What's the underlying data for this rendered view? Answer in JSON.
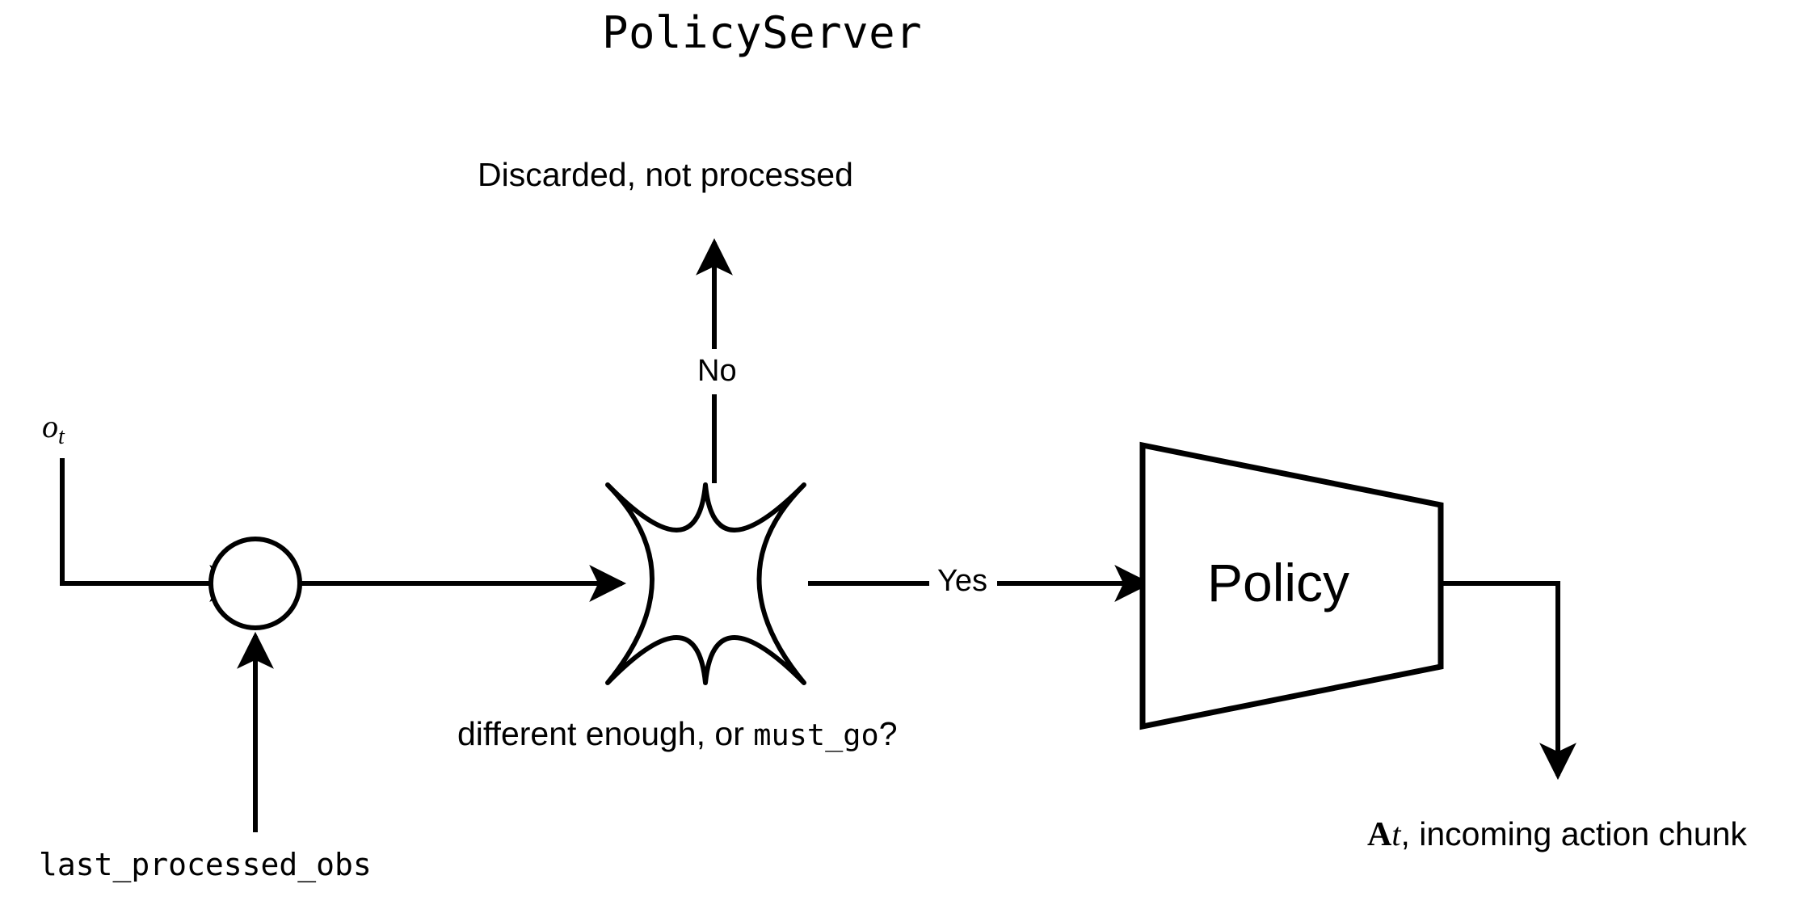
{
  "diagram": {
    "title": "PolicyServer",
    "stroke_color": "#000000",
    "background_color": "#ffffff",
    "nodes": {
      "merge_junction": {
        "shape": "circle",
        "label": ""
      },
      "decision": {
        "shape": "four-pointed-concave-star",
        "caption_prefix": "different enough, or ",
        "caption_code": "must_go",
        "caption_suffix": "?"
      },
      "policy": {
        "shape": "trapezoid",
        "label": "Policy"
      }
    },
    "labels": {
      "discarded": "Discarded, not processed",
      "observation_symbol": "o",
      "observation_subscript": "t",
      "last_processed_obs": "last_processed_obs",
      "action_symbol": "A",
      "action_subscript": "t",
      "action_caption": ", incoming action chunk"
    },
    "edges": {
      "no_branch": "No",
      "yes_branch": "Yes"
    }
  }
}
